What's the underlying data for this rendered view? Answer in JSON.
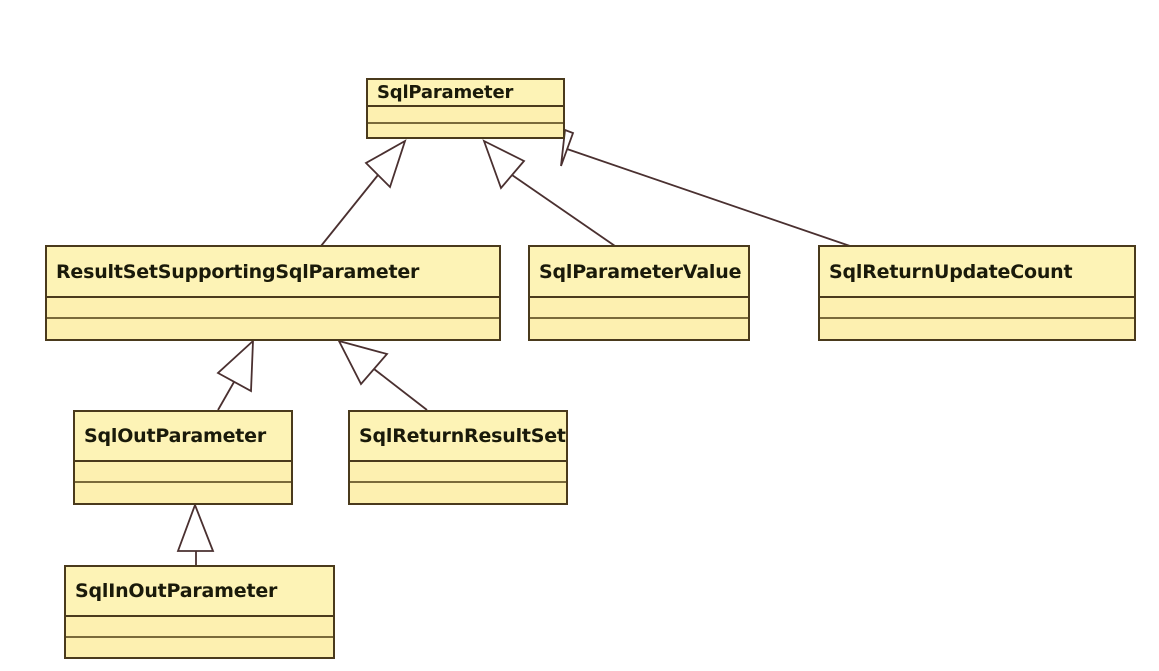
{
  "diagram": {
    "type": "uml-class-diagram",
    "classes": [
      {
        "id": "SqlParameter",
        "name": "SqlParameter"
      },
      {
        "id": "ResultSetSupportingSqlParameter",
        "name": "ResultSetSupportingSqlParameter"
      },
      {
        "id": "SqlParameterValue",
        "name": "SqlParameterValue"
      },
      {
        "id": "SqlReturnUpdateCount",
        "name": "SqlReturnUpdateCount"
      },
      {
        "id": "SqlOutParameter",
        "name": "SqlOutParameter"
      },
      {
        "id": "SqlReturnResultSet",
        "name": "SqlReturnResultSet"
      },
      {
        "id": "SqlInOutParameter",
        "name": "SqlInOutParameter"
      }
    ],
    "generalizations": [
      {
        "child": "ResultSetSupportingSqlParameter",
        "parent": "SqlParameter"
      },
      {
        "child": "SqlParameterValue",
        "parent": "SqlParameter"
      },
      {
        "child": "SqlReturnUpdateCount",
        "parent": "SqlParameter"
      },
      {
        "child": "SqlOutParameter",
        "parent": "ResultSetSupportingSqlParameter"
      },
      {
        "child": "SqlReturnResultSet",
        "parent": "ResultSetSupportingSqlParameter"
      },
      {
        "child": "SqlInOutParameter",
        "parent": "SqlOutParameter"
      }
    ],
    "colors": {
      "class_fill": "#fdf2b0",
      "class_border": "#4a3a1c",
      "edge": "#4a3030",
      "background": "#ffffff"
    }
  }
}
